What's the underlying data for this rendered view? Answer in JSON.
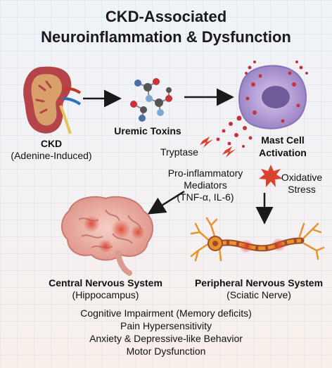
{
  "title": {
    "line1": "CKD-Associated",
    "line2": "Neuroinflammation & Dysfunction"
  },
  "nodes": {
    "ckd": {
      "name": "CKD",
      "detail": "(Adenine-Induced)"
    },
    "toxins": {
      "name": "Uremic Toxins"
    },
    "mast": {
      "line1": "Mast Cell",
      "line2": "Activation"
    },
    "tryptase": "Tryptase",
    "mediators": {
      "line1": "Pro-inflammatory",
      "line2": "Mediators",
      "line3": "(TNF-α, IL-6)"
    },
    "oxidative": {
      "line1": "Oxidative",
      "line2": "Stress"
    },
    "cns": {
      "name": "Central Nervous System",
      "detail": "(Hippocampus)"
    },
    "pns": {
      "name": "Peripheral Nervous System",
      "detail": "(Sciatic Nerve)"
    }
  },
  "outcomes": [
    "Cognitive Impairment (Memory deficits)",
    "Pain Hypersensitivity",
    "Anxiety & Depressive-like Behavior",
    "Motor Dysfunction"
  ],
  "colors": {
    "kidney": "#b5444a",
    "kidney_inner": "#d9a06b",
    "mast_cell": "#b6a3d6",
    "granule": "#c8323a",
    "brain": "#e7a9a0",
    "neuron": "#e7932e",
    "arrow": "#1a1a1a"
  }
}
